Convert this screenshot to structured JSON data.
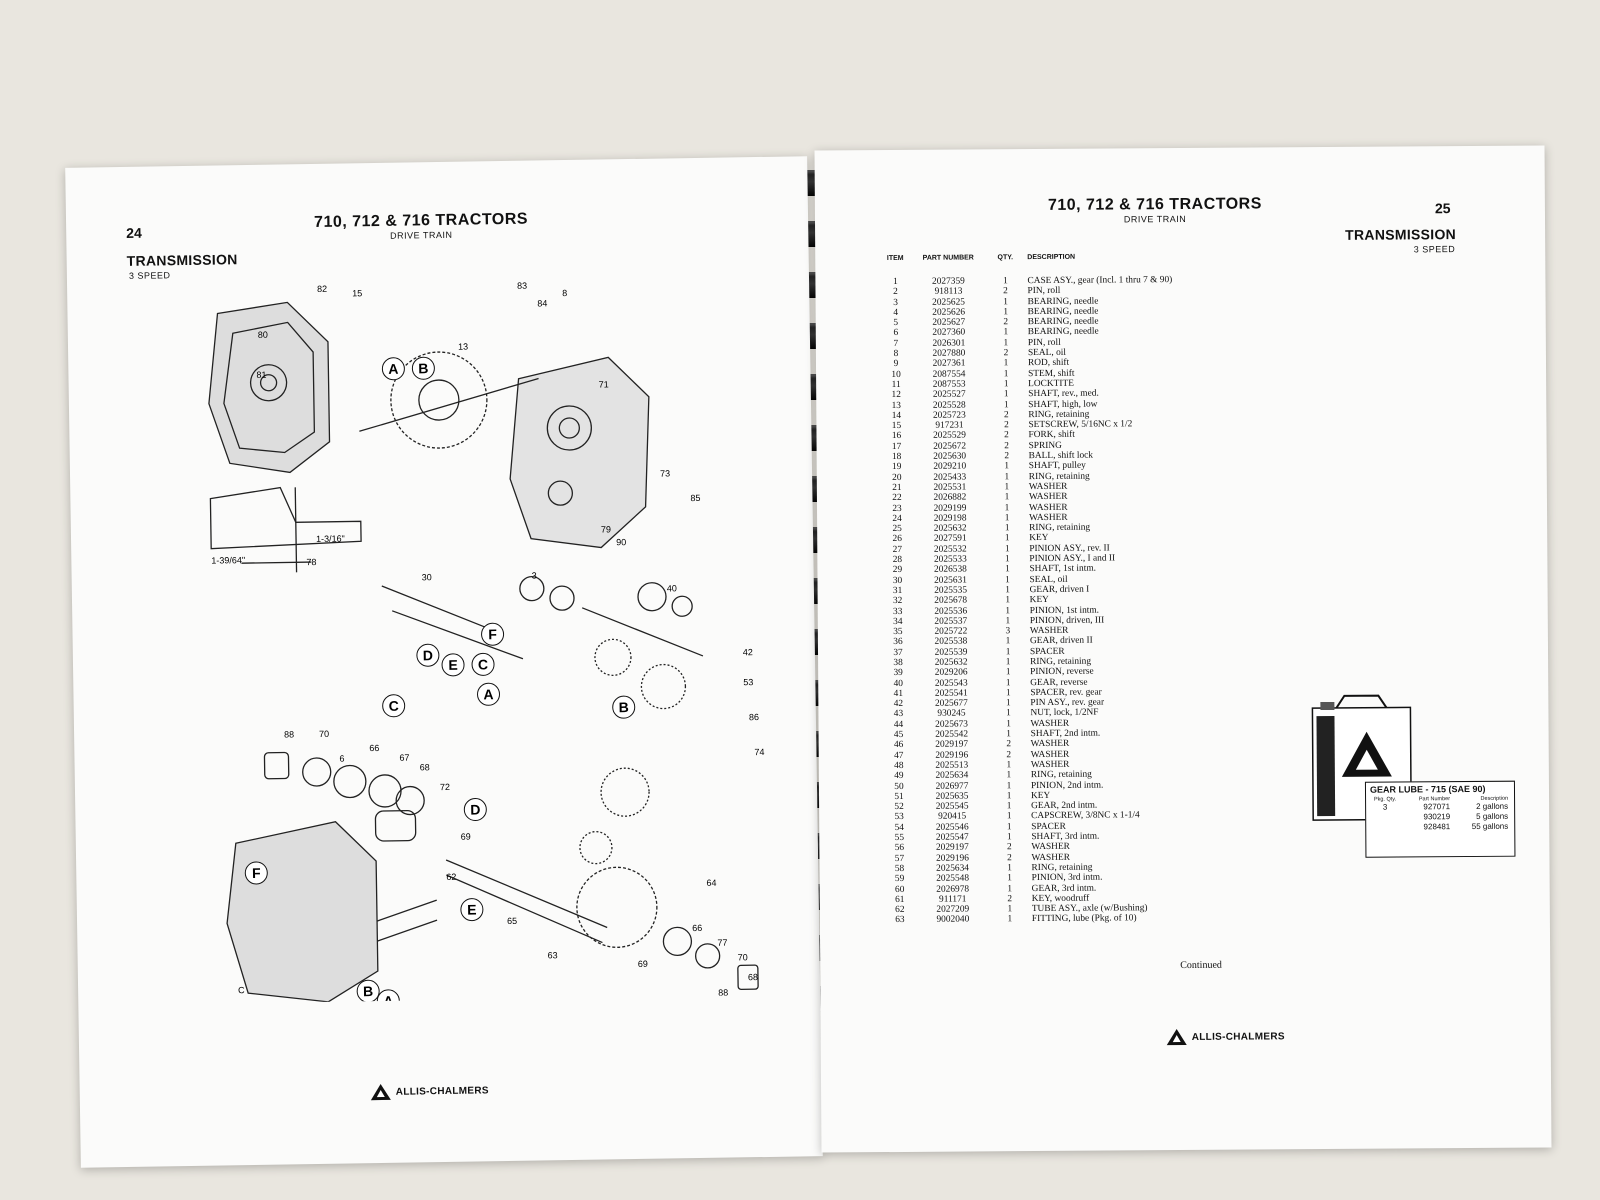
{
  "left_page": {
    "page_number": "24",
    "header": "710, 712 & 716 TRACTORS",
    "subheader": "DRIVE TRAIN",
    "section_title": "TRANSMISSION",
    "section_sub": "3 SPEED",
    "dimension_1": "1-3/16\"",
    "dimension_2": "1-39/64\"",
    "logo_text": "ALLIS-CHALMERS"
  },
  "right_page": {
    "header": "710, 712 & 716 TRACTORS",
    "subheader": "DRIVE TRAIN",
    "page_number": "25",
    "section_title": "TRANSMISSION",
    "section_sub": "3 SPEED",
    "columns": {
      "item": "ITEM",
      "part_number": "PART NUMBER",
      "qty": "QTY.",
      "description": "DESCRIPTION"
    },
    "parts": [
      {
        "item": "1",
        "part": "2027359",
        "qty": "1",
        "desc": "CASE ASY., gear (Incl. 1 thru 7 & 90)"
      },
      {
        "item": "2",
        "part": "918113",
        "qty": "2",
        "desc": "PIN, roll"
      },
      {
        "item": "3",
        "part": "2025625",
        "qty": "1",
        "desc": "BEARING, needle"
      },
      {
        "item": "4",
        "part": "2025626",
        "qty": "1",
        "desc": "BEARING, needle"
      },
      {
        "item": "5",
        "part": "2025627",
        "qty": "2",
        "desc": "BEARING, needle"
      },
      {
        "item": "6",
        "part": "2027360",
        "qty": "1",
        "desc": "BEARING, needle"
      },
      {
        "item": "7",
        "part": "2026301",
        "qty": "1",
        "desc": "PIN, roll"
      },
      {
        "item": "8",
        "part": "2027880",
        "qty": "2",
        "desc": "SEAL, oil"
      },
      {
        "item": "9",
        "part": "2027361",
        "qty": "1",
        "desc": "ROD, shift"
      },
      {
        "item": "10",
        "part": "2087554",
        "qty": "1",
        "desc": "STEM, shift"
      },
      {
        "item": "11",
        "part": "2087553",
        "qty": "1",
        "desc": "LOCKTITE"
      },
      {
        "item": "12",
        "part": "2025527",
        "qty": "1",
        "desc": "SHAFT, rev., med."
      },
      {
        "item": "13",
        "part": "2025528",
        "qty": "1",
        "desc": "SHAFT, high, low"
      },
      {
        "item": "14",
        "part": "2025723",
        "qty": "2",
        "desc": "RING, retaining"
      },
      {
        "item": "15",
        "part": "917231",
        "qty": "2",
        "desc": "SETSCREW, 5/16NC x 1/2"
      },
      {
        "item": "16",
        "part": "2025529",
        "qty": "2",
        "desc": "FORK, shift"
      },
      {
        "item": "17",
        "part": "2025672",
        "qty": "2",
        "desc": "SPRING"
      },
      {
        "item": "18",
        "part": "2025630",
        "qty": "2",
        "desc": "BALL, shift lock"
      },
      {
        "item": "19",
        "part": "2029210",
        "qty": "1",
        "desc": "SHAFT, pulley"
      },
      {
        "item": "20",
        "part": "2025433",
        "qty": "1",
        "desc": "RING, retaining"
      },
      {
        "item": "21",
        "part": "2025531",
        "qty": "1",
        "desc": "WASHER"
      },
      {
        "item": "22",
        "part": "2026882",
        "qty": "1",
        "desc": "WASHER"
      },
      {
        "item": "23",
        "part": "2029199",
        "qty": "1",
        "desc": "WASHER"
      },
      {
        "item": "24",
        "part": "2029198",
        "qty": "1",
        "desc": "WASHER"
      },
      {
        "item": "25",
        "part": "2025632",
        "qty": "1",
        "desc": "RING, retaining"
      },
      {
        "item": "26",
        "part": "2027591",
        "qty": "1",
        "desc": "KEY"
      },
      {
        "item": "27",
        "part": "2025532",
        "qty": "1",
        "desc": "PINION ASY., rev. II"
      },
      {
        "item": "28",
        "part": "2025533",
        "qty": "1",
        "desc": "PINION ASY., I and II"
      },
      {
        "item": "29",
        "part": "2026538",
        "qty": "1",
        "desc": "SHAFT, 1st intm."
      },
      {
        "item": "30",
        "part": "2025631",
        "qty": "1",
        "desc": "SEAL, oil"
      },
      {
        "item": "31",
        "part": "2025535",
        "qty": "1",
        "desc": "GEAR, driven I"
      },
      {
        "item": "32",
        "part": "2025678",
        "qty": "1",
        "desc": "KEY"
      },
      {
        "item": "33",
        "part": "2025536",
        "qty": "1",
        "desc": "PINION, 1st intm."
      },
      {
        "item": "34",
        "part": "2025537",
        "qty": "1",
        "desc": "PINION, driven, III"
      },
      {
        "item": "35",
        "part": "2025722",
        "qty": "3",
        "desc": "WASHER"
      },
      {
        "item": "36",
        "part": "2025538",
        "qty": "1",
        "desc": "GEAR, driven II"
      },
      {
        "item": "37",
        "part": "2025539",
        "qty": "1",
        "desc": "SPACER"
      },
      {
        "item": "38",
        "part": "2025632",
        "qty": "1",
        "desc": "RING, retaining"
      },
      {
        "item": "39",
        "part": "2029206",
        "qty": "1",
        "desc": "PINION, reverse"
      },
      {
        "item": "40",
        "part": "2025543",
        "qty": "1",
        "desc": "GEAR, reverse"
      },
      {
        "item": "41",
        "part": "2025541",
        "qty": "1",
        "desc": "SPACER, rev. gear"
      },
      {
        "item": "42",
        "part": "2025677",
        "qty": "1",
        "desc": "PIN ASY., rev. gear"
      },
      {
        "item": "43",
        "part": "930245",
        "qty": "1",
        "desc": "NUT, lock, 1/2NF"
      },
      {
        "item": "44",
        "part": "2025673",
        "qty": "1",
        "desc": "WASHER"
      },
      {
        "item": "45",
        "part": "2025542",
        "qty": "1",
        "desc": "SHAFT, 2nd intm."
      },
      {
        "item": "46",
        "part": "2029197",
        "qty": "2",
        "desc": "WASHER"
      },
      {
        "item": "47",
        "part": "2029196",
        "qty": "2",
        "desc": "WASHER"
      },
      {
        "item": "48",
        "part": "2025513",
        "qty": "1",
        "desc": "WASHER"
      },
      {
        "item": "49",
        "part": "2025634",
        "qty": "1",
        "desc": "RING, retaining"
      },
      {
        "item": "50",
        "part": "2026977",
        "qty": "1",
        "desc": "PINION, 2nd intm."
      },
      {
        "item": "51",
        "part": "2025635",
        "qty": "1",
        "desc": "KEY"
      },
      {
        "item": "52",
        "part": "2025545",
        "qty": "1",
        "desc": "GEAR, 2nd intm."
      },
      {
        "item": "53",
        "part": "920415",
        "qty": "1",
        "desc": "CAPSCREW, 3/8NC x 1-1/4"
      },
      {
        "item": "54",
        "part": "2025546",
        "qty": "1",
        "desc": "SPACER"
      },
      {
        "item": "55",
        "part": "2025547",
        "qty": "1",
        "desc": "SHAFT, 3rd intm."
      },
      {
        "item": "56",
        "part": "2029197",
        "qty": "2",
        "desc": "WASHER"
      },
      {
        "item": "57",
        "part": "2029196",
        "qty": "2",
        "desc": "WASHER"
      },
      {
        "item": "58",
        "part": "2025634",
        "qty": "1",
        "desc": "RING, retaining"
      },
      {
        "item": "59",
        "part": "2025548",
        "qty": "1",
        "desc": "PINION, 3rd intm."
      },
      {
        "item": "60",
        "part": "2026978",
        "qty": "1",
        "desc": "GEAR, 3rd intm."
      },
      {
        "item": "61",
        "part": "911171",
        "qty": "2",
        "desc": "KEY, woodruff"
      },
      {
        "item": "62",
        "part": "2027209",
        "qty": "1",
        "desc": "TUBE ASY., axle (w/Bushing)"
      },
      {
        "item": "63",
        "part": "9002040",
        "qty": "1",
        "desc": "FITTING, lube (Pkg. of 10)"
      }
    ],
    "continued": "Continued",
    "logo_text": "ALLIS-CHALMERS",
    "gear_lube": {
      "title": "GEAR LUBE - 715 (SAE 90)",
      "headers": [
        "Pkg. Qty.",
        "Part Number",
        "Description"
      ],
      "rows": [
        {
          "qty": "3",
          "part": "927071",
          "desc": "2 gallons"
        },
        {
          "qty": "",
          "part": "930219",
          "desc": "5 gallons"
        },
        {
          "qty": "",
          "part": "928481",
          "desc": "55 gallons"
        }
      ]
    }
  }
}
